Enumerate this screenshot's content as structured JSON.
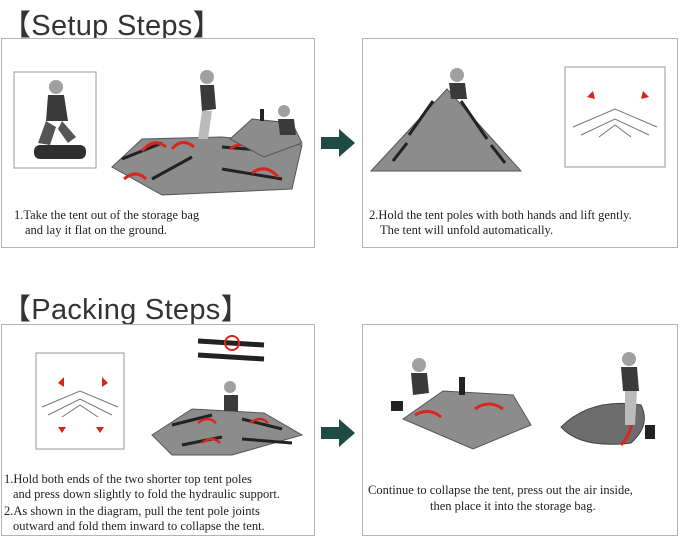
{
  "setup": {
    "heading": "【Setup Steps】",
    "step1": {
      "line1": "1.Take the tent out of the storage bag",
      "line2": "and lay it flat on the ground."
    },
    "step2": {
      "line1": "2.Hold the tent poles with both hands and lift gently.",
      "line2": "The tent will unfold automatically."
    }
  },
  "packing": {
    "heading": "【Packing Steps】",
    "step1": {
      "line1": "1.Hold both ends of the two shorter top tent poles",
      "line2": "and press down slightly to fold the hydraulic support.",
      "line3": "2.As shown in the diagram, pull the tent pole joints",
      "line4": "outward and fold them inward to collapse the tent."
    },
    "step2": {
      "line1": "Continue to collapse the tent, press out the air inside,",
      "line2": "then place it into the storage bag."
    }
  },
  "colors": {
    "tent": "#8c8c8c",
    "tent_dark": "#6d6d6d",
    "accent_red": "#d9261c",
    "arrow_green": "#1f4b44",
    "border": "#b5b5b5"
  }
}
